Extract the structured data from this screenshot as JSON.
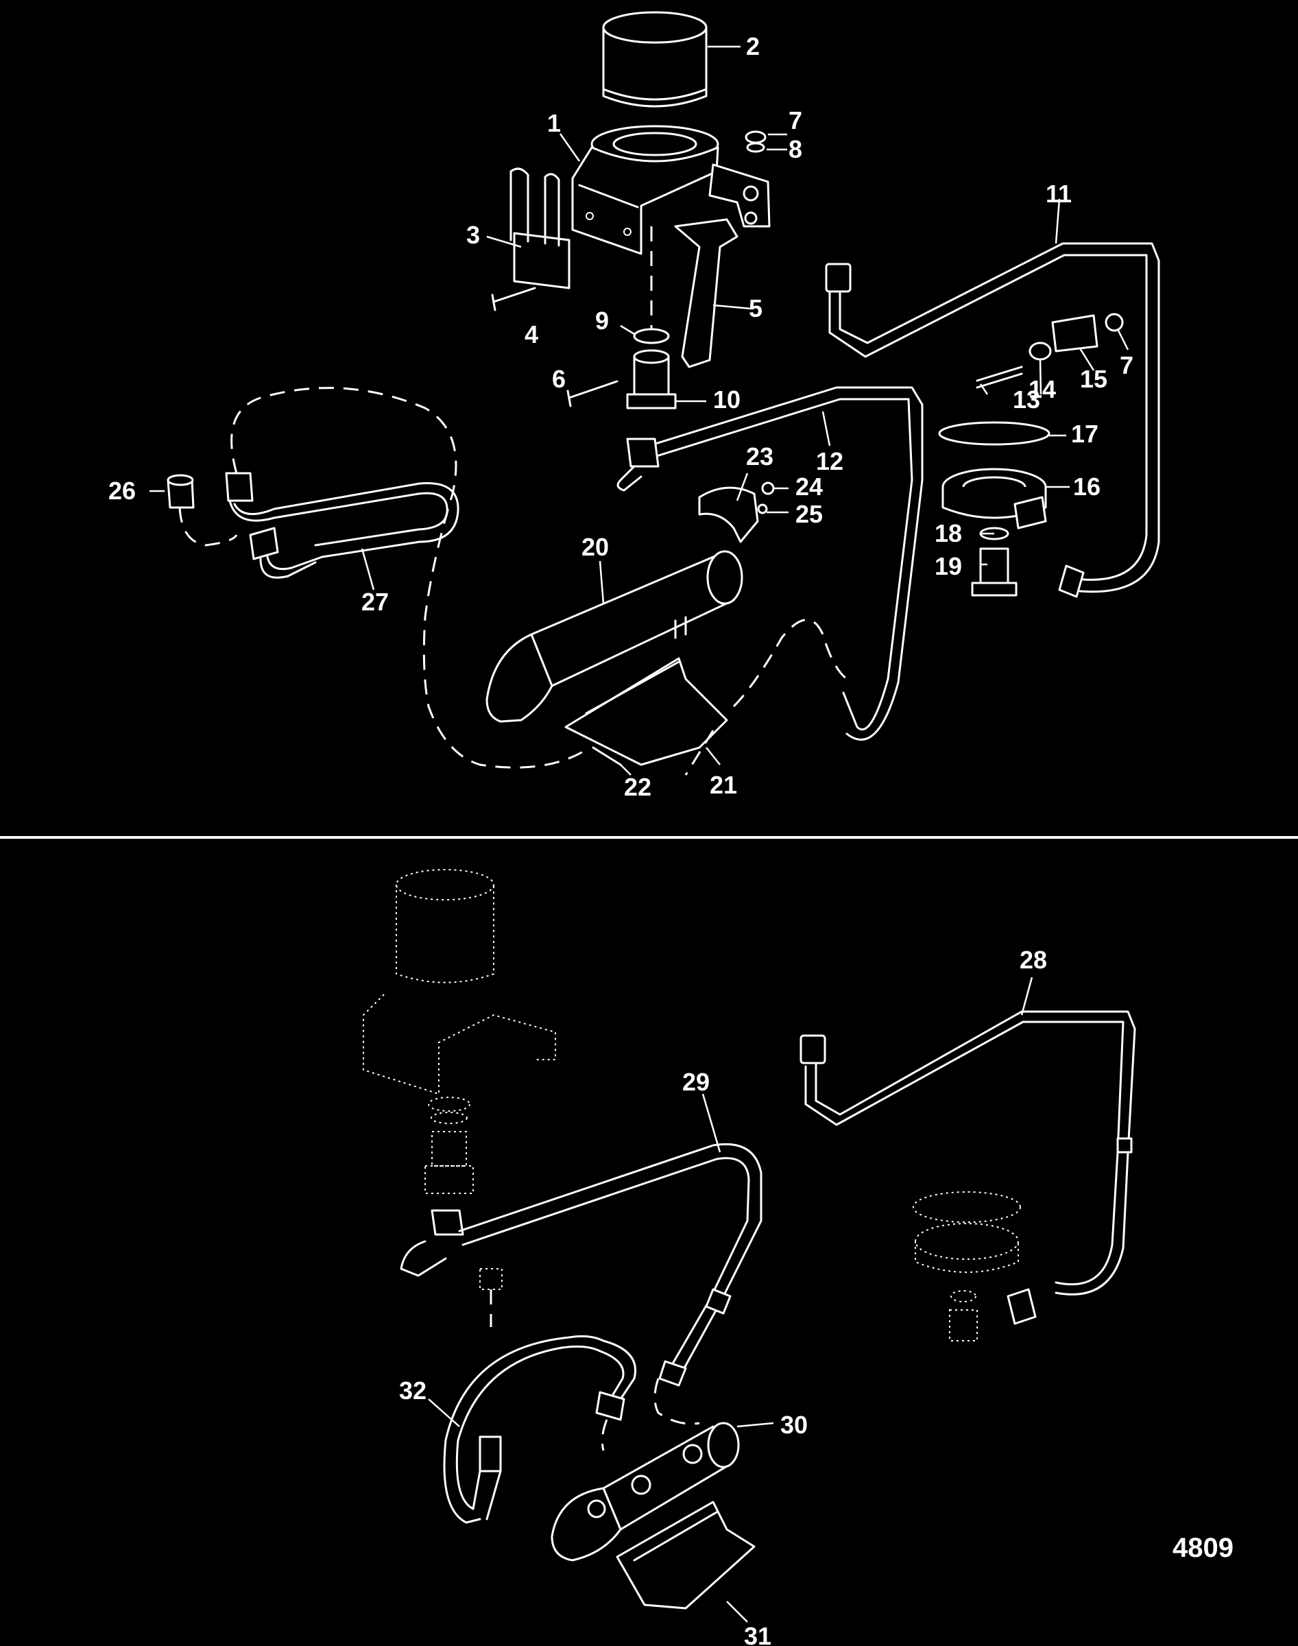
{
  "figure_number": "4809",
  "labels": {
    "p1": "1",
    "p2": "2",
    "p3": "3",
    "p4": "4",
    "p5": "5",
    "p6": "6",
    "p7a": "7",
    "p7b": "7",
    "p8": "8",
    "p9": "9",
    "p10": "10",
    "p11": "11",
    "p12": "12",
    "p13": "13",
    "p14": "14",
    "p15": "15",
    "p16": "16",
    "p17": "17",
    "p18": "18",
    "p19": "19",
    "p20": "20",
    "p21": "21",
    "p22": "22",
    "p23": "23",
    "p24": "24",
    "p25": "25",
    "p26": "26",
    "p27": "27",
    "p28": "28",
    "p29": "29",
    "p30": "30",
    "p31": "31",
    "p32": "32"
  }
}
